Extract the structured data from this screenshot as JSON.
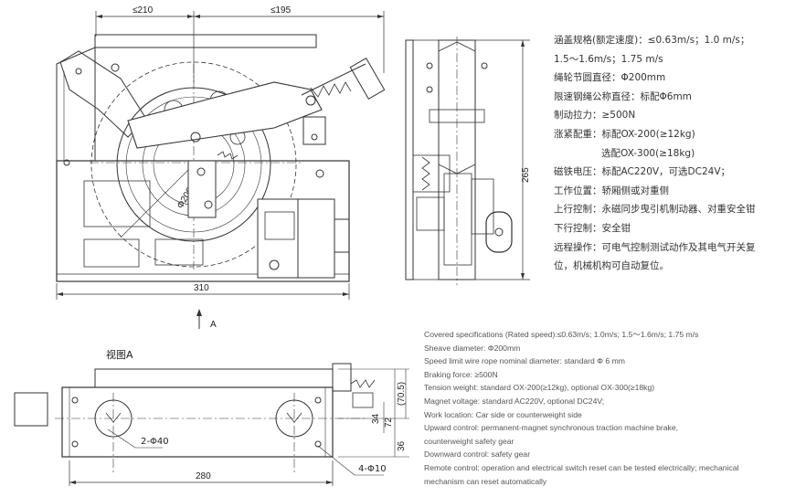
{
  "front_view": {
    "dim_left": "≤210",
    "dim_right": "≤195",
    "dim_diameter": "Φ200",
    "dim_width": "310",
    "dim_height": "265",
    "arrow_label": "A"
  },
  "bottom_view": {
    "title": "视图A",
    "dim_holes_large": "2-Φ40",
    "dim_holes_small": "4-Φ10",
    "dim_width": "280",
    "dim_34": "34",
    "dim_72": "72",
    "dim_70_5": "(70.5)",
    "dim_36": "36"
  },
  "specs_cn": [
    "涵盖规格(额定速度)：≤0.63m/s；1.0 m/s；",
    "1.5～1.6m/s；1.75 m/s",
    "绳轮节圆直径：Φ200mm",
    "限速钢绳公称直径：标配Φ6mm",
    "制动拉力：≥500N",
    "涨紧配重：标配OX-200(≥12kg)",
    "选配OX-300(≥18kg)",
    "磁铁电压：标配AC220V，可选DC24V；",
    "工作位置：轿厢侧或对重侧",
    "上行控制：永磁同步曳引机制动器、对重安全钳",
    "下行控制：安全钳",
    "远程操作：可电气控制测试动作及其电气开关复",
    "位，机械机构可自动复位。"
  ],
  "specs_en": [
    "Covered specifications (Rated speed):≤0.63m/s; 1.0m/s; 1.5～1.6m/s;  1.75 m/s",
    "Sheave diameter: Φ200mm",
    "Speed limit wire rope nominal diameter:  standard  Φ 6 mm",
    "Braking force: ≥500N",
    "Tension weight: standard  OX-200(≥12kg),  optional  OX-300(≥18kg)",
    "Magnet voltage: standard AC220V, optional DC24V;",
    "Work location: Car side or counterweight  side",
    "Upward control: permanent-magnet synchronous traction machine brake,",
    "counterweight safety gear",
    "Downward control: safety gear",
    "Remote control: operation and electrical switch reset can be tested electrically; mechanical",
    "mechanism can reset automatically"
  ]
}
